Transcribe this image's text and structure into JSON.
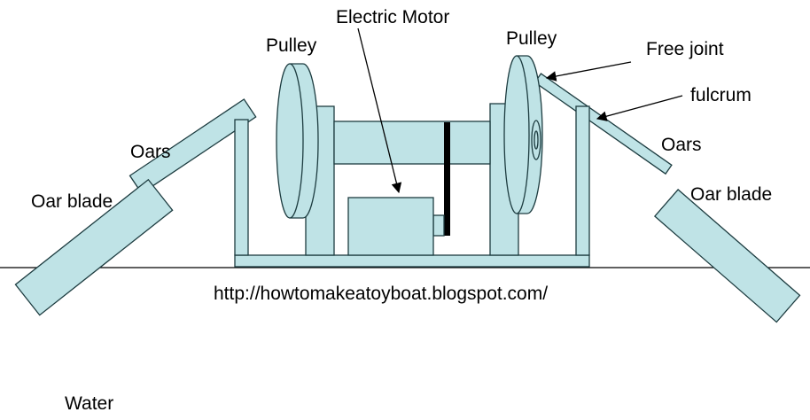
{
  "labels": {
    "electric_motor": "Electric Motor",
    "pulley_left": "Pulley",
    "pulley_right": "Pulley",
    "free_joint": "Free joint",
    "fulcrum": "fulcrum",
    "oars_left": "Oars",
    "oars_right": "Oars",
    "oar_blade_left": "Oar blade",
    "oar_blade_right": "Oar blade",
    "url": "http://howtomakeatoyboat.blogspot.com/",
    "water": "Water"
  },
  "colors": {
    "part_fill": "#bfe3e6",
    "part_stroke": "#1d3c40",
    "belt": "#000000",
    "text": "#000000"
  }
}
